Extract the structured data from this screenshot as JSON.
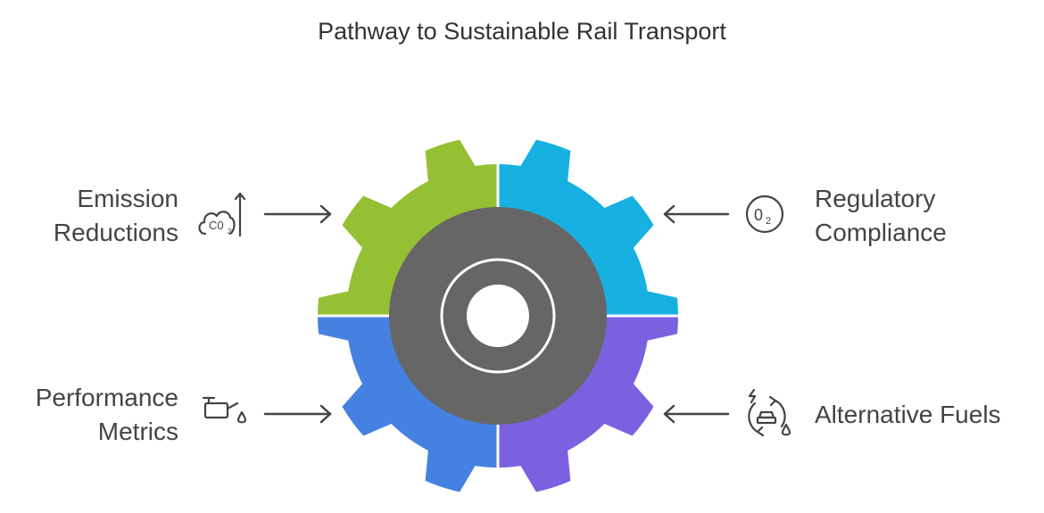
{
  "title": "Pathway to Sustainable Rail Transport",
  "colors": {
    "green": "#96C034",
    "cyan": "#18B0E1",
    "blue": "#4581E1",
    "purple": "#7B61E0",
    "hub": "#666666",
    "text": "#444444"
  },
  "segments": [
    {
      "position": "top-left",
      "color_key": "green",
      "lines": [
        "Emission",
        "Reductions"
      ],
      "icon": "co2-rising-icon"
    },
    {
      "position": "top-right",
      "color_key": "cyan",
      "lines": [
        "Regulatory",
        "Compliance"
      ],
      "icon": "o2-circle-icon"
    },
    {
      "position": "bottom-left",
      "color_key": "blue",
      "lines": [
        "Performance",
        "Metrics"
      ],
      "icon": "oil-can-icon"
    },
    {
      "position": "bottom-right",
      "color_key": "purple",
      "lines": [
        "Alternative Fuels"
      ],
      "icon": "eco-car-cycle-icon"
    }
  ]
}
